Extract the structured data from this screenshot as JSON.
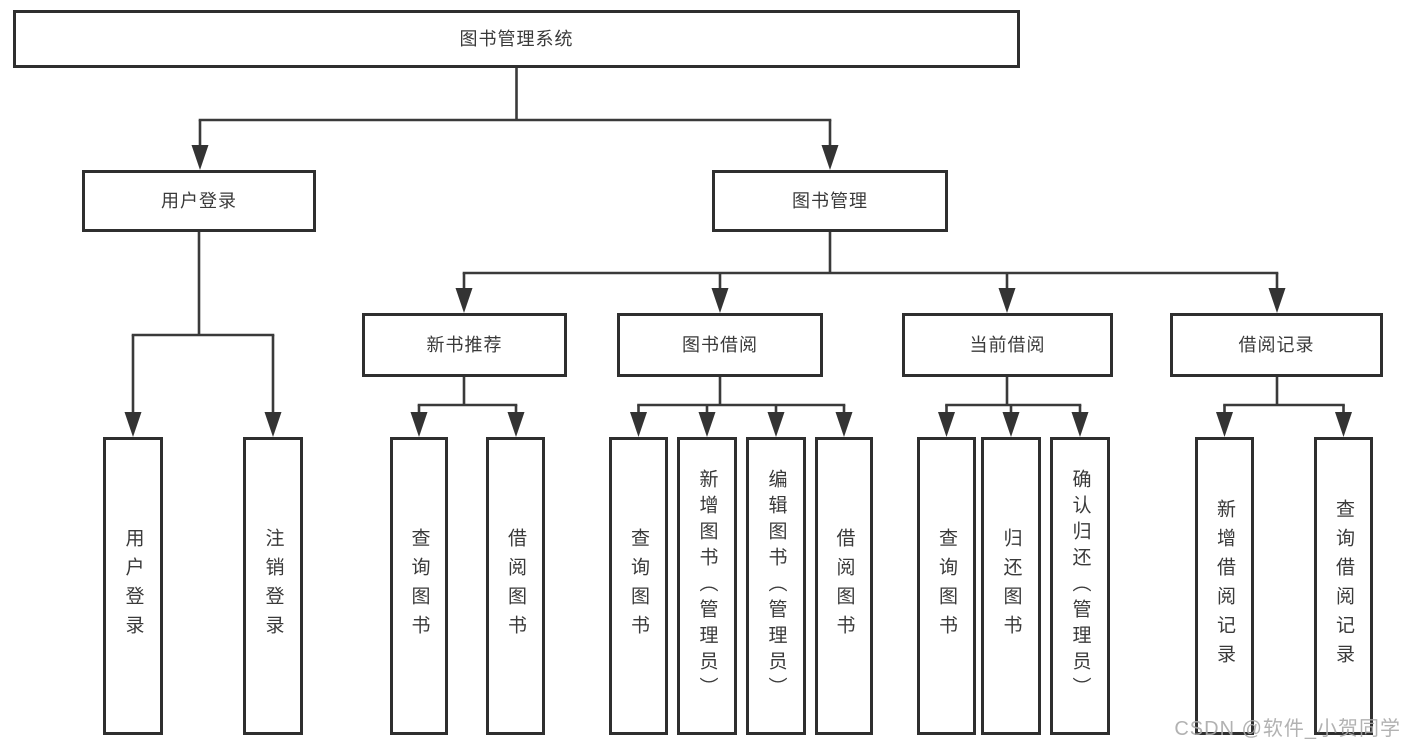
{
  "diagram": {
    "type": "hierarchy-tree",
    "title": "图书管理系统",
    "nodes": {
      "root": {
        "label": "图书管理系统"
      },
      "user_login": {
        "label": "用户登录"
      },
      "book_mgmt": {
        "label": "图书管理"
      },
      "new_book_rec": {
        "label": "新书推荐"
      },
      "book_borrow": {
        "label": "图书借阅"
      },
      "current_borrow": {
        "label": "当前借阅"
      },
      "borrow_record": {
        "label": "借阅记录"
      },
      "login_leaf": {
        "label": "用户登录"
      },
      "logout_leaf": {
        "label": "注销登录"
      },
      "rec_query_books": {
        "label": "查询图书"
      },
      "rec_borrow_books": {
        "label": "借阅图书"
      },
      "bor_query_books": {
        "label": "查询图书"
      },
      "bor_add_books": {
        "label": "新增图书（管理员）"
      },
      "bor_edit_books": {
        "label": "编辑图书（管理员）"
      },
      "bor_borrow_books": {
        "label": "借阅图书"
      },
      "cur_query_books": {
        "label": "查询图书"
      },
      "cur_return_books": {
        "label": "归还图书"
      },
      "cur_confirm_return": {
        "label": "确认归还（管理员）"
      },
      "rr_add_record": {
        "label": "新增借阅记录"
      },
      "rr_query_record": {
        "label": "查询借阅记录"
      }
    },
    "structure": {
      "root": [
        "user_login",
        "book_mgmt"
      ],
      "user_login": [
        "login_leaf",
        "logout_leaf"
      ],
      "book_mgmt": [
        "new_book_rec",
        "book_borrow",
        "current_borrow",
        "borrow_record"
      ],
      "new_book_rec": [
        "rec_query_books",
        "rec_borrow_books"
      ],
      "book_borrow": [
        "bor_query_books",
        "bor_add_books",
        "bor_edit_books",
        "bor_borrow_books"
      ],
      "current_borrow": [
        "cur_query_books",
        "cur_return_books",
        "cur_confirm_return"
      ],
      "borrow_record": [
        "rr_add_record",
        "rr_query_record"
      ]
    },
    "colors": {
      "background": "#ffffff",
      "box_border": "#2f2f2f",
      "line": "#3a3a3a",
      "text": "#3a3a3a",
      "watermark": "#aaaaaa"
    },
    "watermark": "CSDN @软件_小贺同学"
  }
}
